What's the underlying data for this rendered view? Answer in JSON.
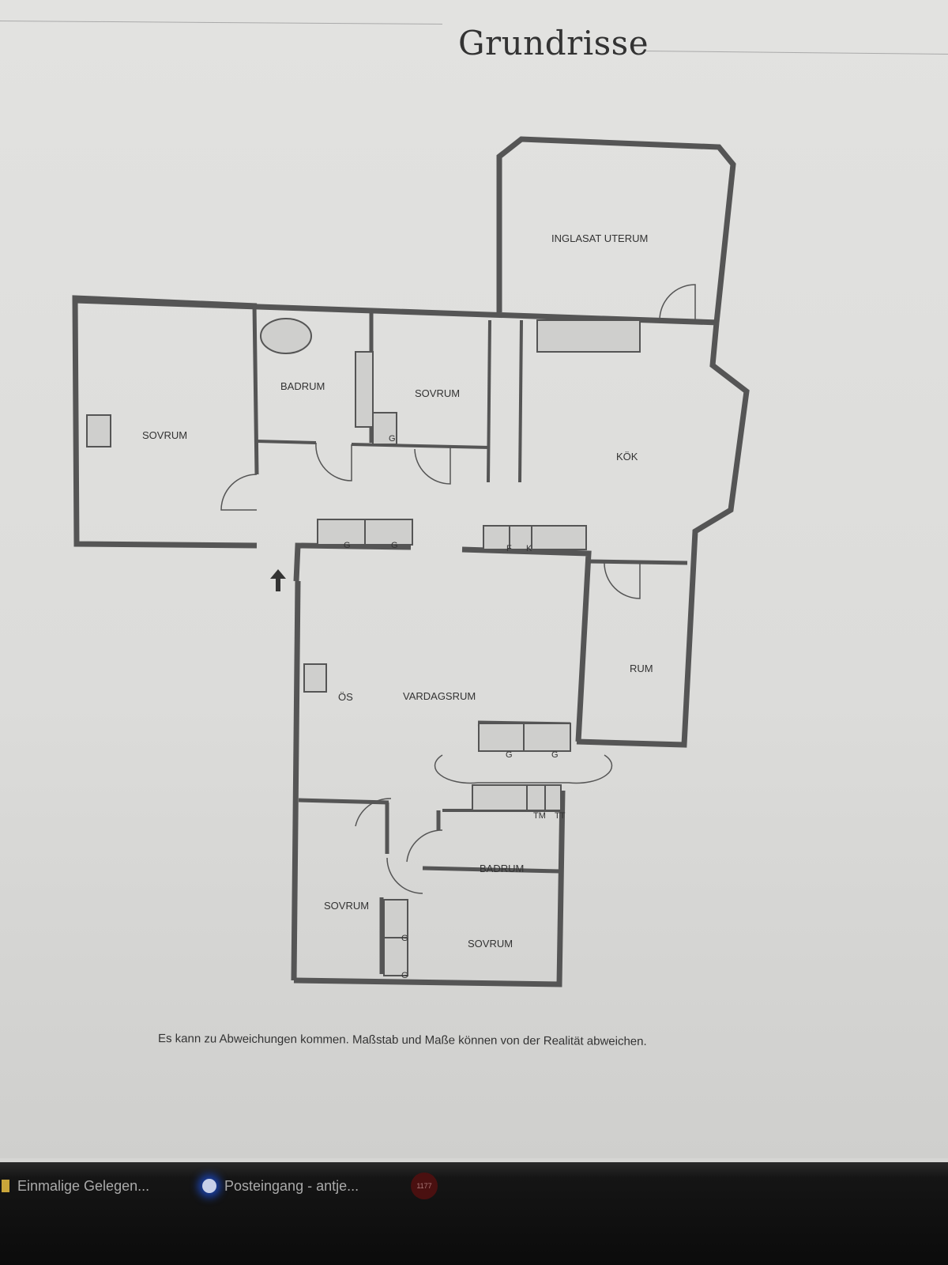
{
  "page": {
    "title": "Grundrisse",
    "caption": "Es kann zu Abweichungen kommen. Maßstab und Maße können von der Realität abweichen."
  },
  "floorplan": {
    "rooms": {
      "inglasat_uterum": "INGLASAT UTERUM",
      "sovrum_left": "SOVRUM",
      "badrum_top": "BADRUM",
      "sovrum_top": "SOVRUM",
      "kok": "KÖK",
      "rum": "RUM",
      "vardagsrum": "VARDAGSRUM",
      "os": "ÖS",
      "badrum_bottom": "BADRUM",
      "sovrum_bottom_left": "SOVRUM",
      "sovrum_bottom_right": "SOVRUM"
    },
    "fixtures": {
      "g": "G",
      "f": "F",
      "k": "K",
      "tm": "TM",
      "tt": "TT"
    }
  },
  "taskbar": {
    "items": [
      {
        "label": "Einmalige Gelegen...",
        "icon": "folder-icon"
      },
      {
        "label": "Posteingang - antje...",
        "icon": "browser-icon"
      }
    ],
    "badge": "1177"
  }
}
